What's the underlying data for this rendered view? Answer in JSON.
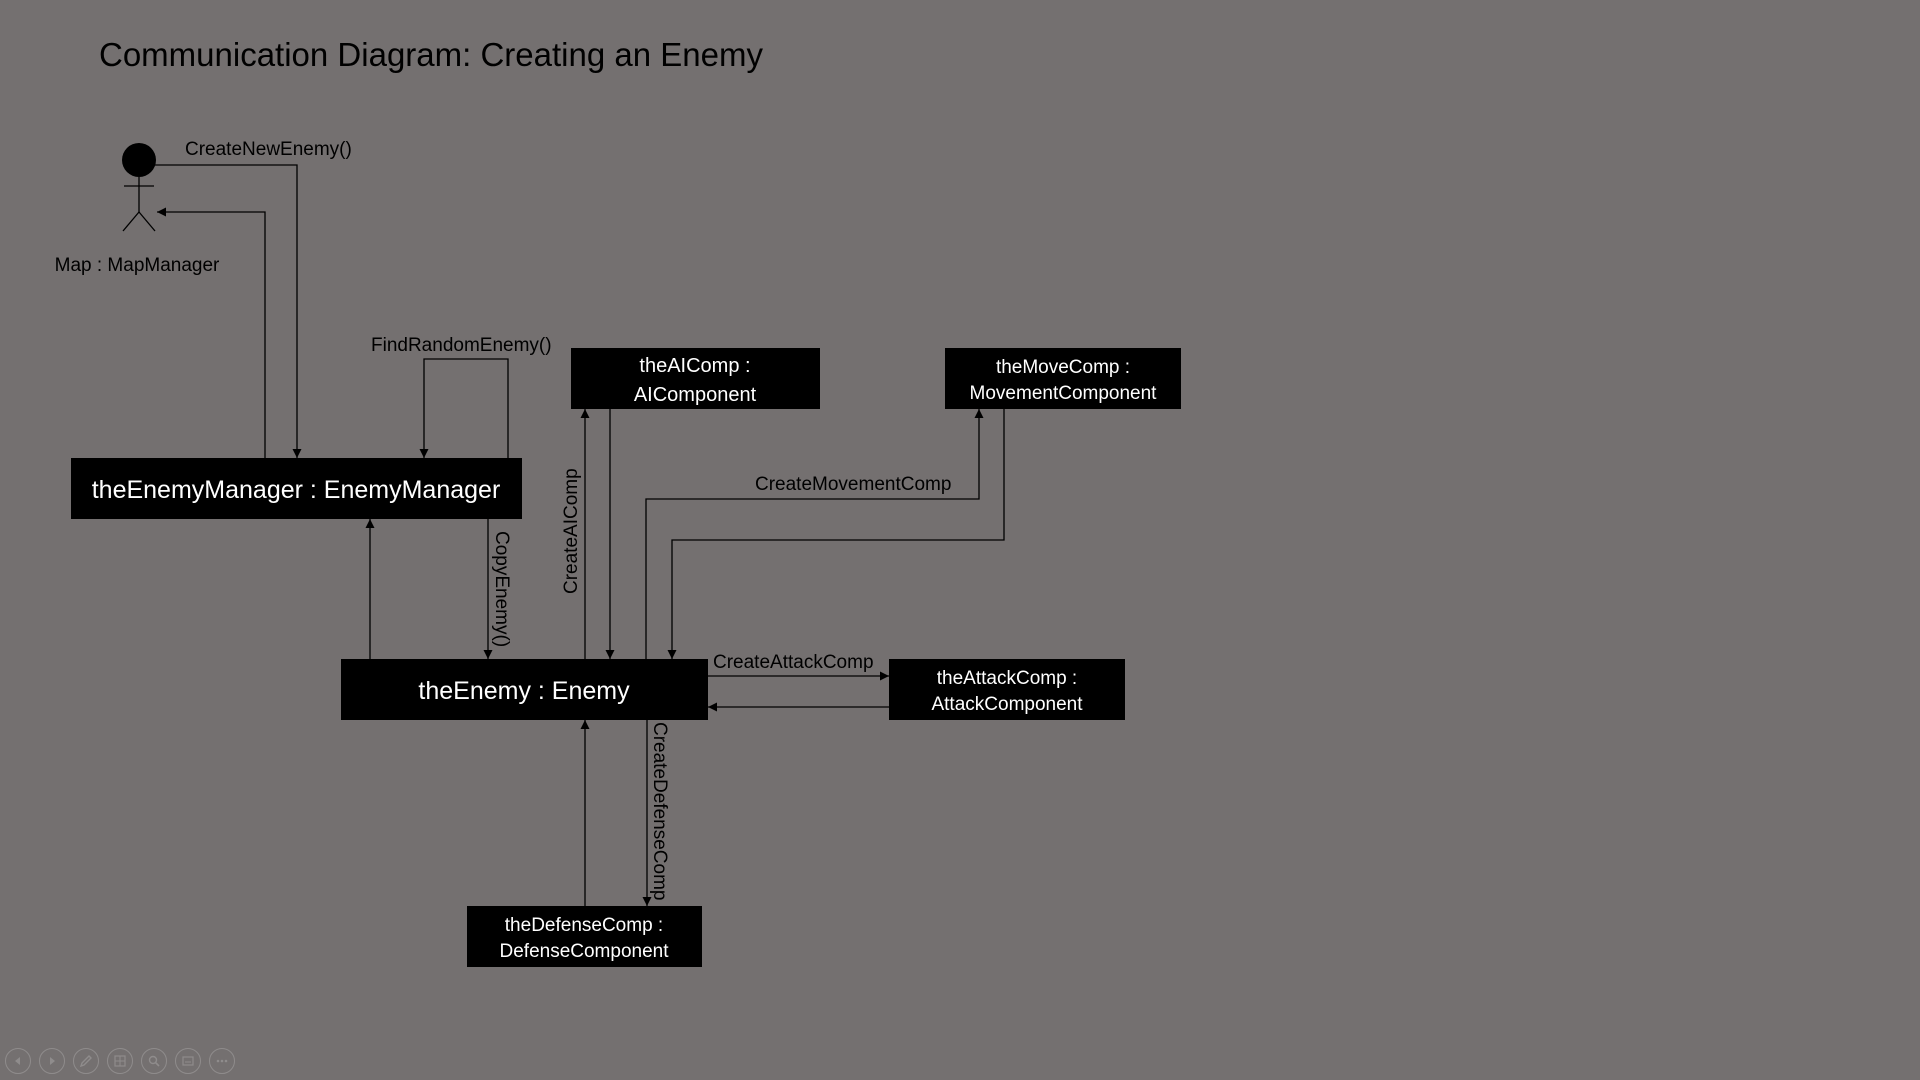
{
  "slide": {
    "title": "Communication Diagram: Creating an Enemy"
  },
  "actor": {
    "label": "Map : MapManager"
  },
  "objects": {
    "enemy_manager": "theEnemyManager : EnemyManager",
    "enemy": "theEnemy : Enemy",
    "ai_comp_line1": "theAIComp :",
    "ai_comp_line2": "AIComponent",
    "move_comp_line1": "theMoveComp :",
    "move_comp_line2": "MovementComponent",
    "attack_comp_line1": "theAttackComp :",
    "attack_comp_line2": "AttackComponent",
    "defense_comp_line1": "theDefenseComp :",
    "defense_comp_line2": "DefenseComponent"
  },
  "messages": {
    "create_new_enemy": "CreateNewEnemy()",
    "find_random_enemy": "FindRandomEnemy()",
    "copy_enemy": "CopyEnemy()",
    "create_ai_comp": "CreateAIComp",
    "create_movement_comp": "CreateMovementComp",
    "create_attack_comp": "CreateAttackComp",
    "create_defense_comp": "CreateDefenseComp"
  },
  "toolbar": {
    "icons": [
      "previous-icon",
      "next-icon",
      "pen-icon",
      "slides-icon",
      "zoom-icon",
      "subtitles-icon",
      "more-icon"
    ]
  }
}
